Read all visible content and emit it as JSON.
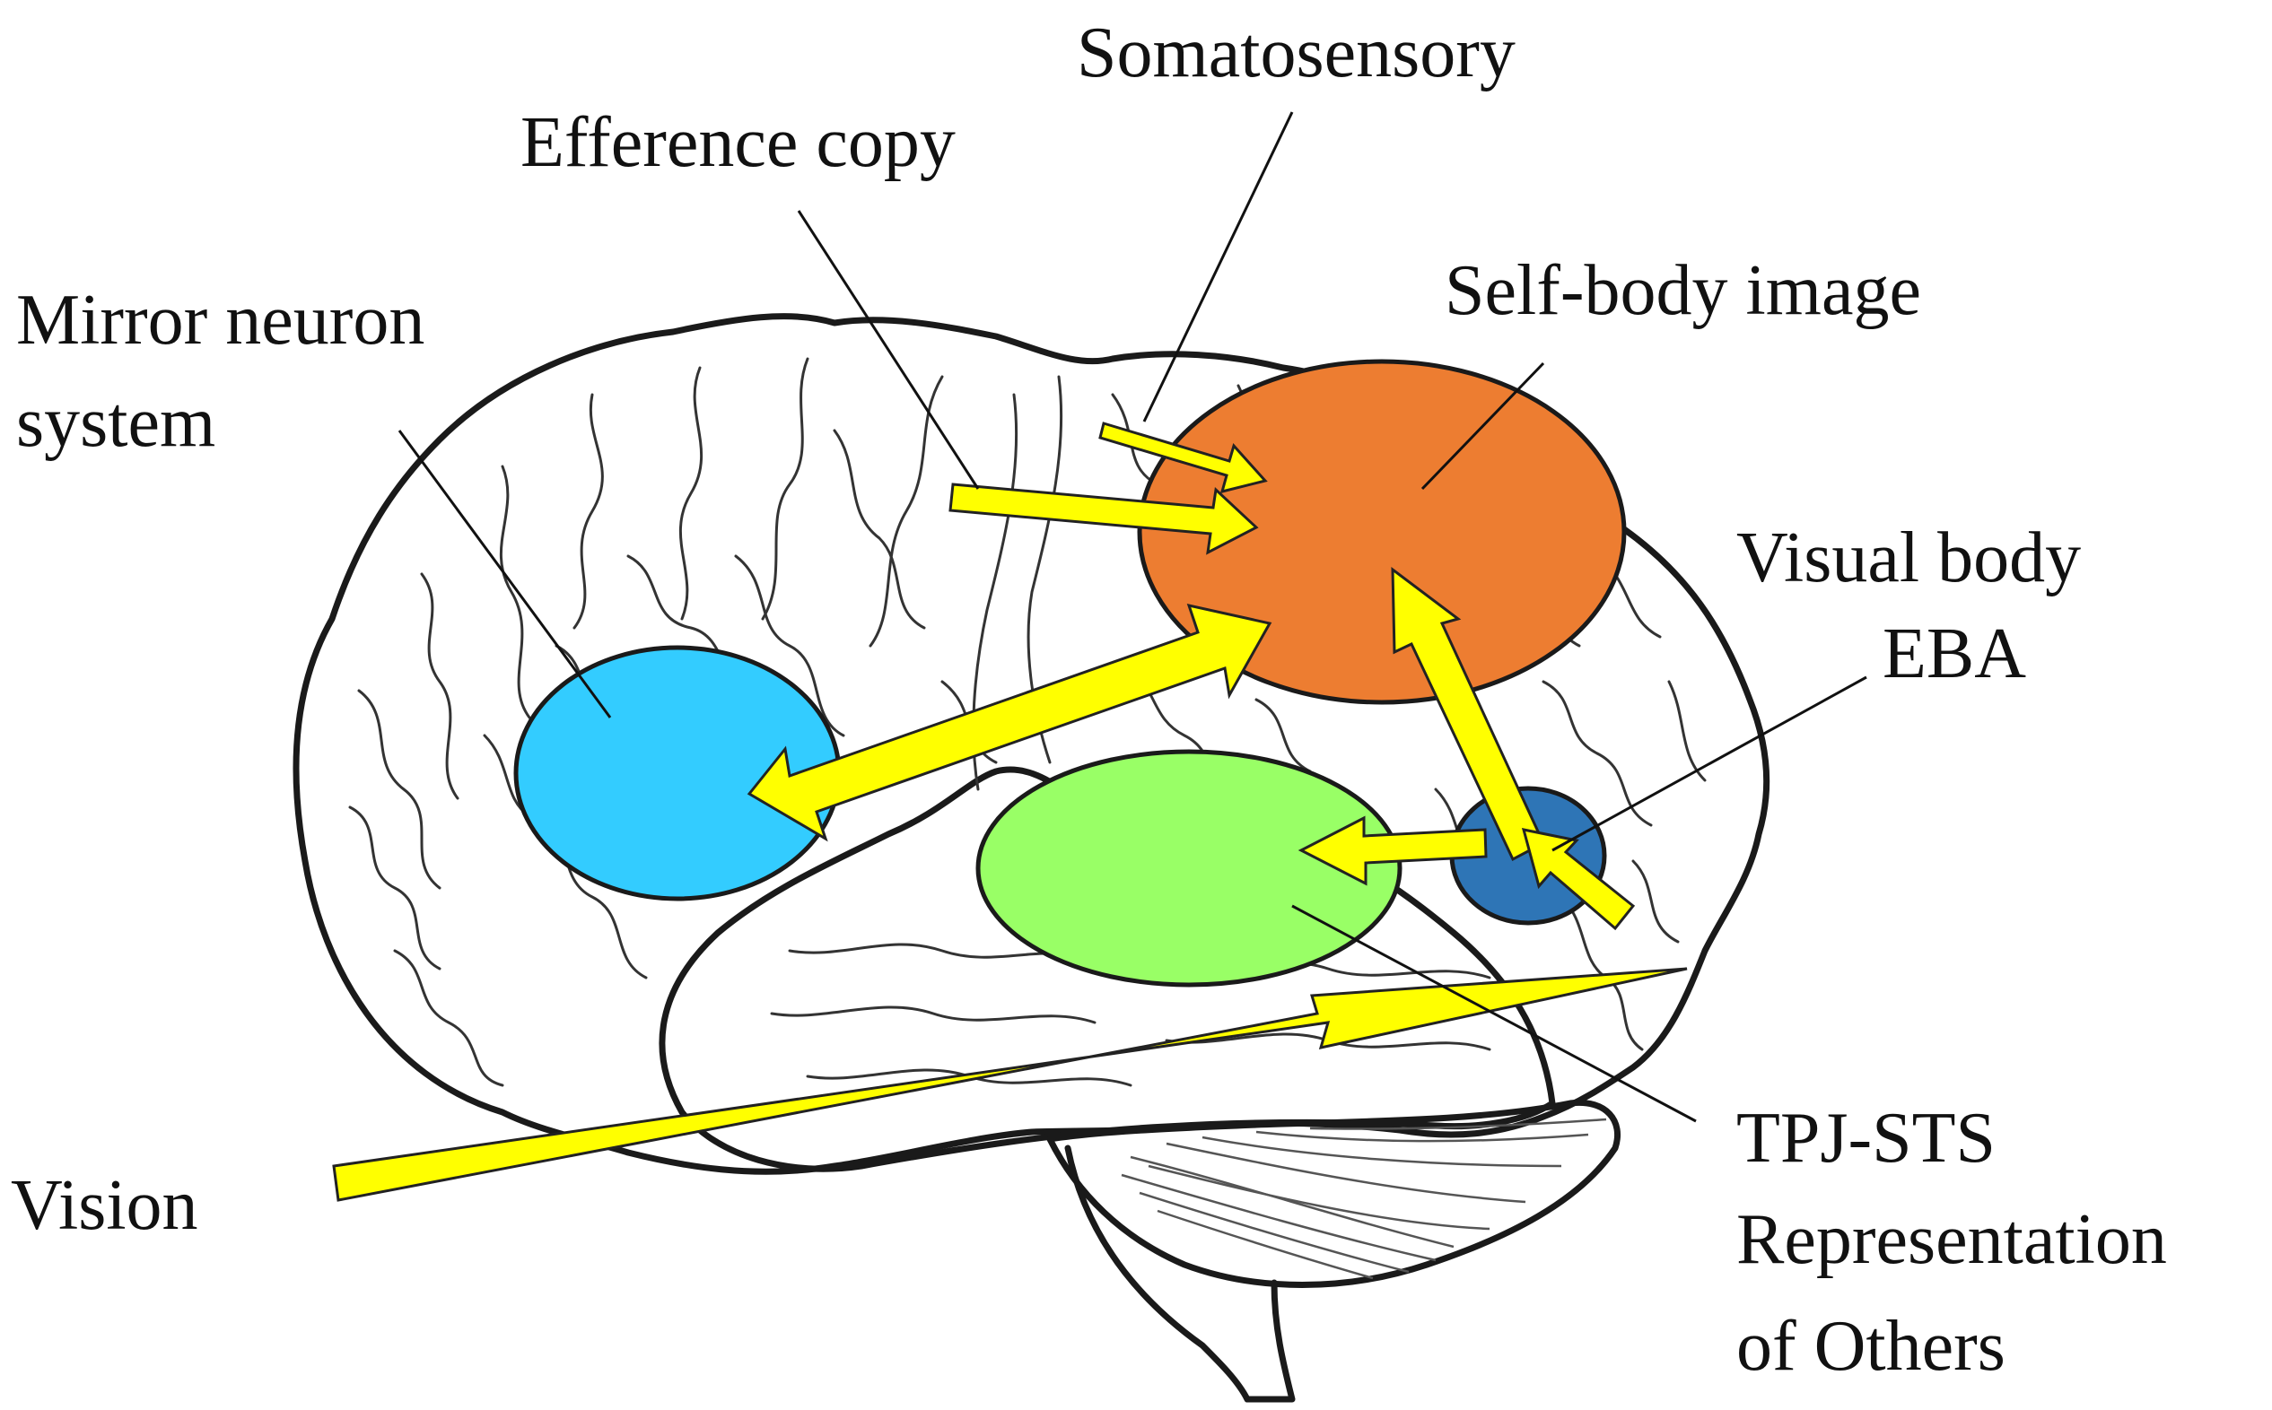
{
  "labels": {
    "somatosensory": "Somatosensory",
    "efference_copy": "Efference copy",
    "self_body_image": "Self-body image",
    "mirror_neuron_line1": "Mirror neuron",
    "mirror_neuron_line2": "system",
    "visual_body_line1": "Visual body",
    "visual_body_line2": "EBA",
    "vision": "Vision",
    "tpj_line1": "TPJ-STS",
    "tpj_line2": "Representation",
    "tpj_line3": "of Others"
  },
  "colors": {
    "self_body_image": "#ED7D31",
    "mirror_neuron_system": "#33CCFF",
    "tpj_sts": "#99FF66",
    "eba": "#2E75B6",
    "arrow": "#FFFF00",
    "outline": "#1a1a1a"
  }
}
